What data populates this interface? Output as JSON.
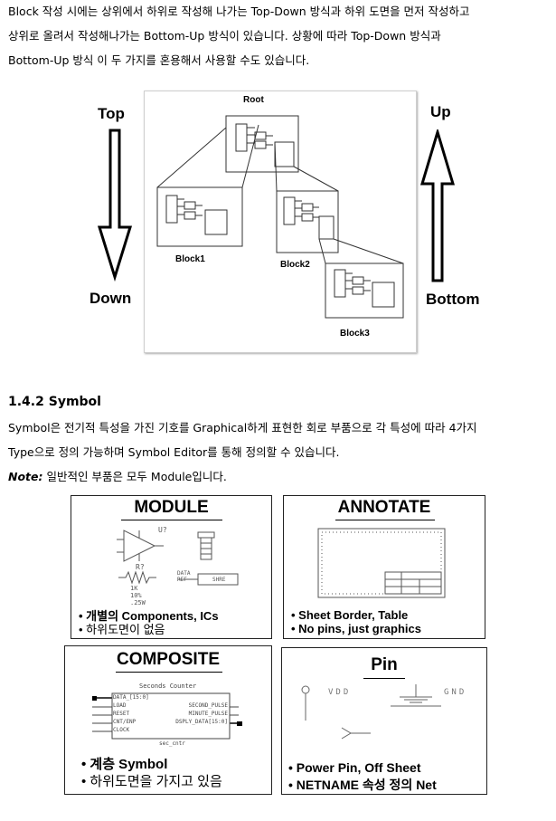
{
  "intro": {
    "line1": "Block 작성 시에는 상위에서 하위로 작성해 나가는 Top-Down 방식과 하위 도면을 먼저 작성하고",
    "line2": "상위로 올려서 작성해나가는 Bottom-Up 방식이 있습니다. 상황에 따라 Top-Down 방식과",
    "line3": "Bottom-Up 방식 이 두 가지를 혼용해서 사용할 수도 있습니다."
  },
  "hierarchy_figure": {
    "top_label": "Top",
    "down_label": "Down",
    "up_label": "Up",
    "bottom_label": "Bottom",
    "root_label": "Root",
    "block1_label": "Block1",
    "block2_label": "Block2",
    "block3_label": "Block3"
  },
  "section": {
    "heading": "1.4.2 Symbol",
    "body1": "Symbol은 전기적 특성을 가진 기호를 Graphical하게 표현한 회로 부품으로 각 특성에 따라 4가지",
    "body2": "Type으로 정의 가능하며 Symbol Editor를 통해 정의할 수 있습니다.",
    "note_label": "Note:",
    "note_text": " 일반적인 부품은 모두 Module입니다."
  },
  "symbol_types": {
    "module": {
      "title": "MODULE",
      "bullet1": "• 개별의 Components, ICs",
      "bullet2": "• 하위도면이 없음",
      "opamp_ref": "U?",
      "res_ref": "R?",
      "res_value1": "1K",
      "res_value2": "10%",
      "res_value3": ".25W",
      "data_label": "DATA",
      "ref_label": "REF",
      "shre_label": "SHRE"
    },
    "annotate": {
      "title": "ANNOTATE",
      "bullet1": "• Sheet Border, Table",
      "bullet2": "• No pins, just graphics"
    },
    "composite": {
      "title": "COMPOSITE",
      "bullet1": "• 계층 Symbol",
      "bullet2": "• 하위도면을 가지고 있음",
      "block_title": "Seconds Counter",
      "pin_left1": "DATA_[15:0]",
      "pin_left2": "LOAD",
      "pin_left3": "RESET",
      "pin_left4": "CNT/ENP",
      "pin_left5": "CLOCK",
      "pin_right1": "SECOND_PULSE",
      "pin_right2": "MINUTE_PULSE",
      "pin_right3": "DSPLY_DATA[15:0]",
      "block_footer": "sec_cntr"
    },
    "pin": {
      "title": "Pin",
      "bullet1": "• Power Pin, Off Sheet",
      "bullet2": "• NETNAME 속성 정의 Net",
      "vdd_label": "VDD",
      "gnd_label": "GND"
    }
  }
}
